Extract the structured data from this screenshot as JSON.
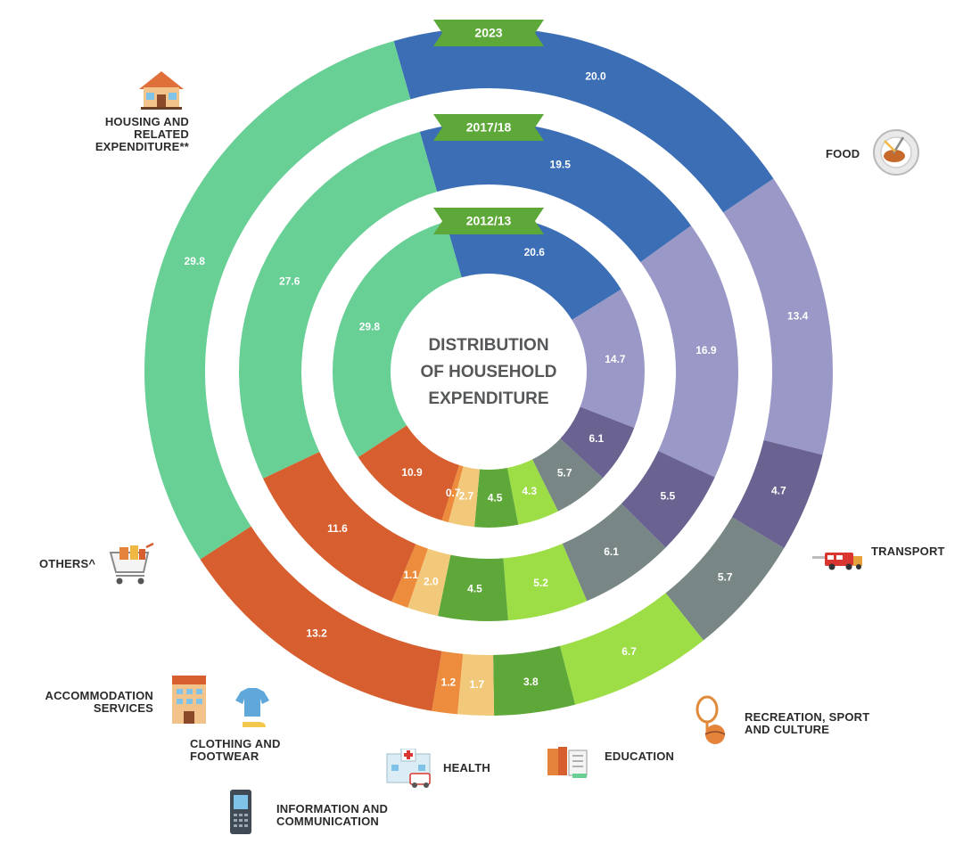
{
  "chart_data": {
    "type": "donut",
    "title": [
      "DISTRIBUTION",
      "OF HOUSEHOLD",
      "EXPENDITURE"
    ],
    "categories": [
      "FOOD",
      "TRANSPORT",
      "RECREATION, SPORT AND CULTURE",
      "EDUCATION",
      "HEALTH",
      "INFORMATION AND COMMUNICATION",
      "CLOTHING AND FOOTWEAR",
      "ACCOMMODATION SERVICES",
      "OTHERS^",
      "HOUSING AND RELATED EXPENDITURE**"
    ],
    "colors": [
      "#3b6eb5",
      "#9a98c6",
      "#6a6391",
      "#788785",
      "#9ddd45",
      "#5ea839",
      "#f2c97b",
      "#ec8c3c",
      "#d75e2e",
      "#68cf95"
    ],
    "series": [
      {
        "name": "2012/13",
        "values": [
          20.6,
          14.7,
          6.1,
          5.7,
          4.3,
          4.5,
          2.7,
          0.7,
          10.9,
          29.8
        ],
        "labels": [
          "20.6",
          "14.7",
          "6.1",
          "5.7",
          "4.3",
          "4.5",
          "2.7",
          "0.7",
          "10.9",
          "29.8"
        ]
      },
      {
        "name": "2017/18",
        "values": [
          19.5,
          16.9,
          5.5,
          6.1,
          5.2,
          4.5,
          2.0,
          1.1,
          11.6,
          27.6
        ],
        "labels": [
          "19.5",
          "16.9",
          "5.5",
          "6.1",
          "5.2",
          "4.5",
          "2.0",
          "1.1",
          "11.6",
          "27.6"
        ]
      },
      {
        "name": "2023",
        "values": [
          20.0,
          13.4,
          4.7,
          5.7,
          6.7,
          3.8,
          1.7,
          1.2,
          13.2,
          29.8
        ],
        "labels": [
          "20.0",
          "13.4",
          "4.7",
          "5.7",
          "6.7",
          "3.8",
          "1.7",
          "1.2",
          "13.2",
          "29.8"
        ]
      }
    ]
  },
  "category_labels": {
    "housing": "HOUSING AND\nRELATED\nEXPENDITURE**",
    "food": "FOOD",
    "transport": "TRANSPORT",
    "others": "OTHERS^",
    "recreation": "RECREATION, SPORT\nAND CULTURE",
    "accommodation": "ACCOMMODATION\nSERVICES",
    "clothing": "CLOTHING AND\nFOOTWEAR",
    "education": "EDUCATION",
    "health": "HEALTH",
    "information": "INFORMATION AND\nCOMMUNICATION"
  },
  "icons": {
    "housing": "house-icon",
    "food": "food-plate-icon",
    "transport": "truck-icon",
    "others": "shopping-cart-icon",
    "recreation": "sports-ball-racket-icon",
    "accommodation": "hotel-icon",
    "clothing": "shirt-shoe-icon",
    "education": "books-icon",
    "health": "hospital-icon",
    "information": "mobile-phone-icon"
  }
}
